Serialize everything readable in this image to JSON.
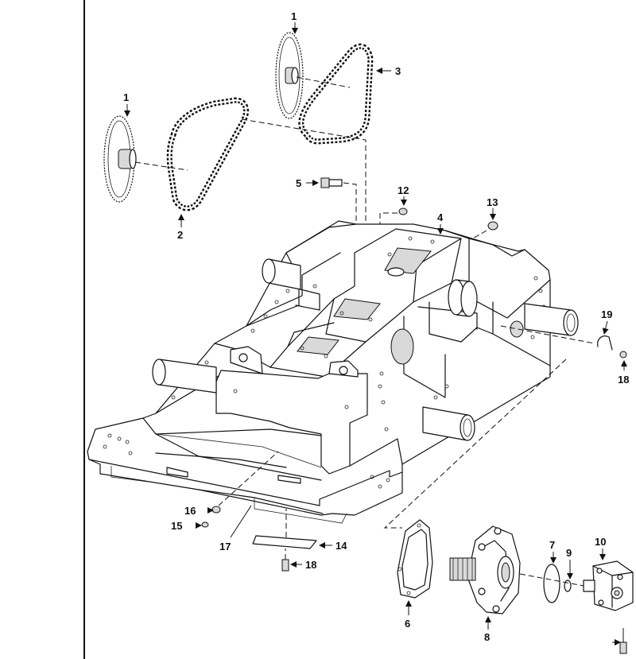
{
  "callouts": {
    "c1a": "1",
    "c1b": "1",
    "c2": "2",
    "c3": "3",
    "c4": "4",
    "c5": "5",
    "c6": "6",
    "c7": "7",
    "c8": "8",
    "c9": "9",
    "c10": "10",
    "c12": "12",
    "c13": "13",
    "c14": "14",
    "c15": "15",
    "c16": "16",
    "c17": "17",
    "c18a": "18",
    "c18b": "18",
    "c19": "19"
  }
}
